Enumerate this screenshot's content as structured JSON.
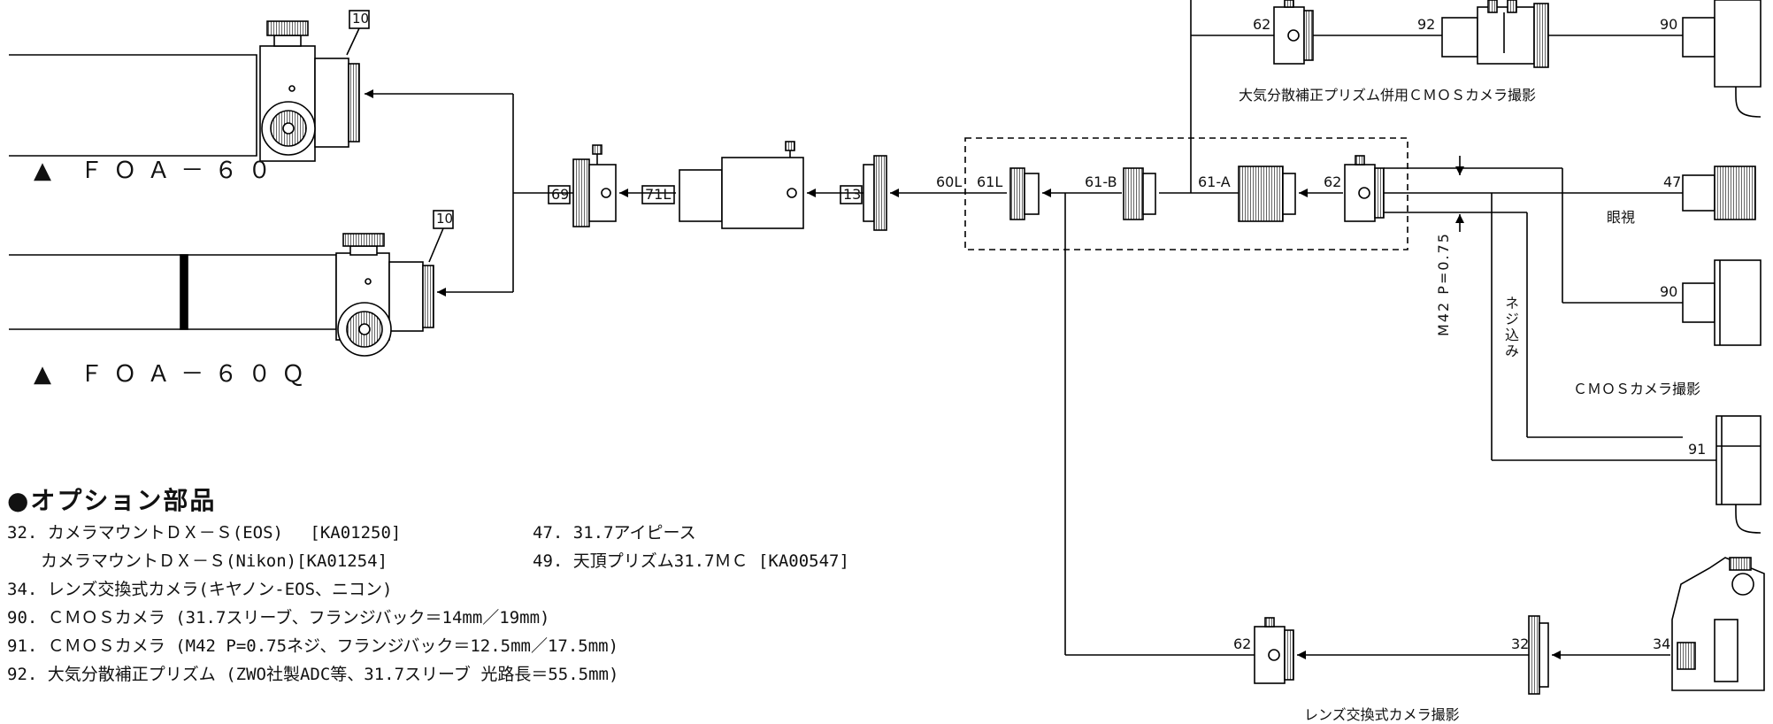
{
  "telescopes": [
    {
      "title": "▲ ＦＯＡ－６０",
      "tag": "10"
    },
    {
      "title": "▲ ＦＯＡ－６０Ｑ",
      "tag": "10"
    }
  ],
  "parts": {
    "p69": "69",
    "p71L": "71L",
    "p13": "13",
    "p60L": "60L",
    "p61L": "61L",
    "p61B": "61-B",
    "p61A": "61-A",
    "p62": "62",
    "p62_top": "62",
    "p92": "92",
    "p90_top": "90",
    "p47": "47",
    "p90_mid": "90",
    "p91": "91",
    "p62_bottom": "62",
    "p32": "32",
    "p34": "34"
  },
  "captions": {
    "adc": "大気分散補正プリズム併用ＣＭＯＳカメラ撮影",
    "eye": "眼視",
    "cmos": "ＣＭＯＳカメラ撮影",
    "dslr": "レンズ交換式カメラ撮影",
    "m42": "M42 P=0.75",
    "screw": "ネジ込み"
  },
  "options": {
    "heading": "●オプション部品",
    "items": [
      "32. カメラマウントＤＸ－Ｓ(EOS)　 [KA01250]",
      "　　カメラマウントＤＸ－Ｓ(Nikon)[KA01254]",
      "34. レンズ交換式カメラ(キヤノン-EOS、ニコン)",
      "90. ＣＭＯＳカメラ (31.7スリーブ、フランジバック＝14mm／19mm)",
      "91. ＣＭＯＳカメラ (M42 P=0.75ネジ、フランジバック＝12.5mm／17.5mm)",
      "92. 大気分散補正プリズム (ZWO社製ADC等、31.7スリーブ 光路長＝55.5mm)"
    ],
    "items_right": [
      "47. 31.7アイピース",
      "49. 天頂プリズム31.7ＭＣ [KA00547]"
    ]
  }
}
